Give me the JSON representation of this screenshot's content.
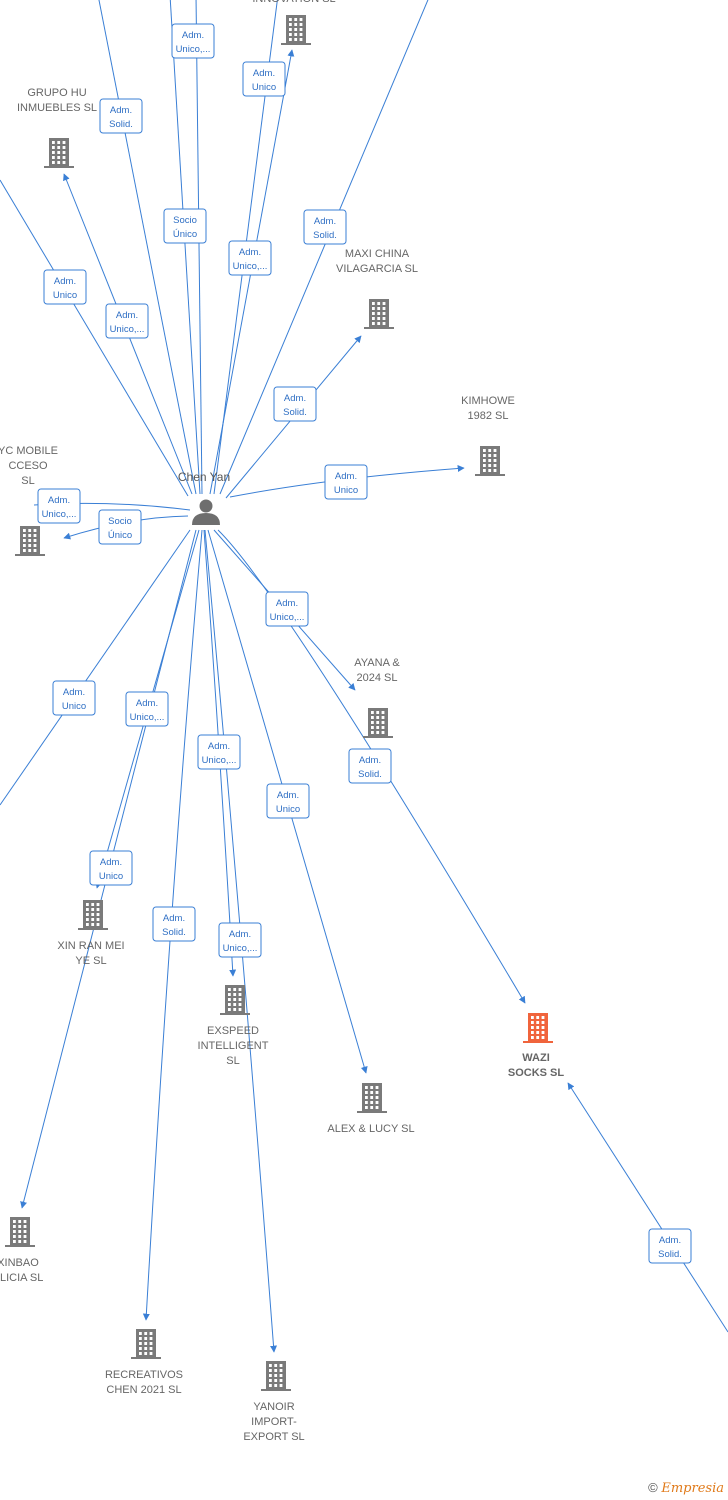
{
  "center": {
    "label": "Chen Yan"
  },
  "companies": [
    {
      "id": "innovation",
      "lines": [
        "INNOVATION  SL"
      ],
      "highlight": false
    },
    {
      "id": "grupo-hu",
      "lines": [
        "GRUPO HU",
        "INMUEBLES  SL"
      ],
      "highlight": false
    },
    {
      "id": "maxi-china",
      "lines": [
        "MAXI CHINA",
        "VILAGARCIA  SL"
      ],
      "highlight": false
    },
    {
      "id": "kimhowe",
      "lines": [
        "KIMHOWE",
        "1982  SL"
      ],
      "highlight": false
    },
    {
      "id": "yc-mobile",
      "lines": [
        "YC MOBILE",
        "CCESO",
        "SL"
      ],
      "highlight": false
    },
    {
      "id": "ayana",
      "lines": [
        "AYANA &",
        "2024  SL"
      ],
      "highlight": false
    },
    {
      "id": "wazi",
      "lines": [
        "WAZI",
        "SOCKS  SL"
      ],
      "highlight": true
    },
    {
      "id": "xin-ran",
      "lines": [
        "XIN RAN MEI",
        "YE  SL"
      ],
      "highlight": false
    },
    {
      "id": "exspeed",
      "lines": [
        "EXSPEED",
        "INTELLIGENT",
        "SL"
      ],
      "highlight": false
    },
    {
      "id": "alex-lucy",
      "lines": [
        "ALEX & LUCY SL"
      ],
      "highlight": false
    },
    {
      "id": "xinbao",
      "lines": [
        "XINBAO",
        "ALICIA  SL"
      ],
      "highlight": false
    },
    {
      "id": "recreativos",
      "lines": [
        "RECREATIVOS",
        "CHEN 2021  SL"
      ],
      "highlight": false
    },
    {
      "id": "yanoir",
      "lines": [
        "YANOIR",
        "IMPORT-",
        "EXPORT SL"
      ],
      "highlight": false
    }
  ],
  "relations": [
    {
      "lines": [
        "Adm.",
        "Unico,..."
      ]
    },
    {
      "lines": [
        "Adm.",
        "Unico"
      ]
    },
    {
      "lines": [
        "Adm.",
        "Solid."
      ]
    },
    {
      "lines": [
        "Socio",
        "Único"
      ]
    },
    {
      "lines": [
        "Adm.",
        "Unico,..."
      ]
    },
    {
      "lines": [
        "Adm.",
        "Solid."
      ]
    },
    {
      "lines": [
        "Adm.",
        "Unico"
      ]
    },
    {
      "lines": [
        "Adm.",
        "Unico,..."
      ]
    },
    {
      "lines": [
        "Adm.",
        "Solid."
      ]
    },
    {
      "lines": [
        "Adm.",
        "Unico"
      ]
    },
    {
      "lines": [
        "Adm.",
        "Unico,..."
      ]
    },
    {
      "lines": [
        "Socio",
        "Único"
      ]
    },
    {
      "lines": [
        "Adm.",
        "Unico,..."
      ]
    },
    {
      "lines": [
        "Adm.",
        "Unico"
      ]
    },
    {
      "lines": [
        "Adm.",
        "Unico,..."
      ]
    },
    {
      "lines": [
        "Adm.",
        "Unico,..."
      ]
    },
    {
      "lines": [
        "Adm.",
        "Unico"
      ]
    },
    {
      "lines": [
        "Adm.",
        "Solid."
      ]
    },
    {
      "lines": [
        "Adm.",
        "Unico"
      ]
    },
    {
      "lines": [
        "Adm.",
        "Solid."
      ]
    },
    {
      "lines": [
        "Adm.",
        "Unico,..."
      ]
    },
    {
      "lines": [
        "Adm.",
        "Solid."
      ]
    }
  ],
  "colors": {
    "edge": "#3a7fd5",
    "building": "#7a7a7a",
    "highlight": "#f0643c",
    "person": "#6e6e6e"
  },
  "footer": {
    "copyright": "©",
    "brand": "Empresia"
  }
}
